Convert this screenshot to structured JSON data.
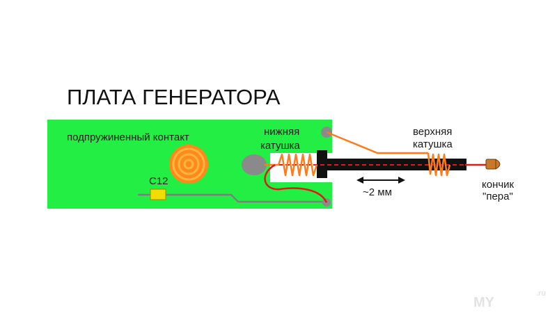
{
  "title": "ПЛАТА ГЕНЕРАТОРА",
  "labels": {
    "spring_contact": "подпружиненный контакт",
    "capacitor": "C12",
    "lower_coil_line1": "нижняя",
    "lower_coil_line2": "катушка",
    "upper_coil_line1": "верхняя",
    "upper_coil_line2": "катушка",
    "gap": "~2 мм",
    "tip_line1": "кончик",
    "tip_line2": "\"пера\""
  },
  "watermark": {
    "text": "MY",
    "suffix": ".ru"
  },
  "colors": {
    "board": "#22ee44",
    "coil": "#ff7a1a",
    "red_wire": "#e01818",
    "trace": "#7f7f7f",
    "pad": "#8a8a8a",
    "shaft": "#111111",
    "capacitor": "#f2dd00",
    "spiral_outer": "#ff8a1a",
    "spiral_inner": "#ffb640",
    "tip": "#c87a2a",
    "watermark": "#e3e3e3"
  }
}
